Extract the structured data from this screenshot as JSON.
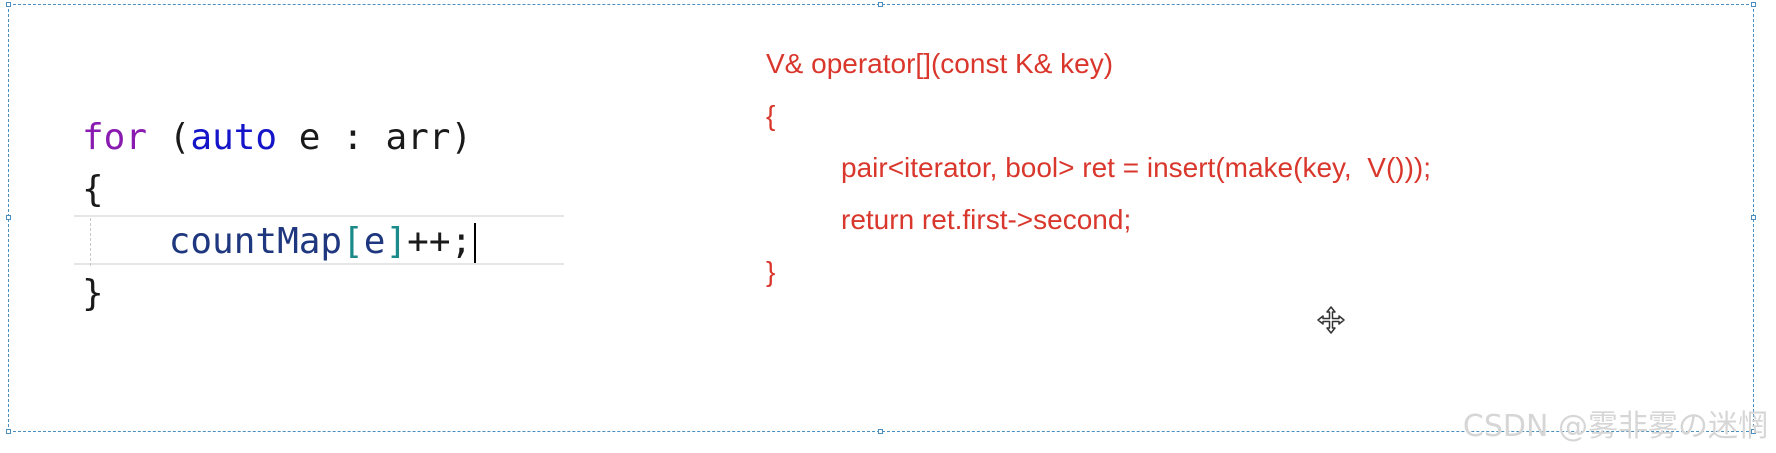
{
  "left_code": {
    "line1": {
      "for_kw": "for",
      "open_paren": " (",
      "auto_kw": "auto",
      "rest": " e : arr)"
    },
    "line2": "{",
    "line3": {
      "indent": "    ",
      "ident": "countMap",
      "open_bracket": "[",
      "index": "e",
      "close_bracket": "]",
      "suffix": "++;"
    },
    "line4": "}"
  },
  "right_code": {
    "line1": "V& operator[](const K& key)",
    "line2": "{",
    "line3": "pair<iterator, bool> ret = insert(make(key,  V()));",
    "line4": "return ret.first->second;",
    "line5": "}"
  },
  "watermark": "CSDN @雾非雾の迷惘",
  "cursor_icon": "move-cursor-icon",
  "colors": {
    "right_code": "#d9362c",
    "keyword_for": "#8a1bb0",
    "keyword_auto": "#1414c8",
    "identifier": "#1f377f",
    "bracket": "#1a8a8a",
    "selection_border": "#4a8fbf"
  }
}
